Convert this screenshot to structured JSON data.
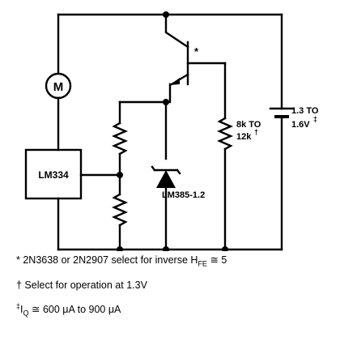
{
  "components": {
    "motor_label": "M",
    "ic_label": "LM334",
    "reference_label": "LM385-1.2",
    "resistor_label_line1": "8k TO",
    "resistor_label_line2": "12k",
    "resistor_label_mark": "†",
    "battery_label_line1": "1.3 TO",
    "battery_label_line2": "1.6V",
    "battery_label_mark": "‡",
    "transistor_mark": "*"
  },
  "notes": {
    "note1_prefix": "* 2N3638 or 2N2907 select for inverse H",
    "note1_sub": "FE",
    "note1_suffix": "≅ 5",
    "note2": "† Select for operation at 1.3V",
    "note3_mark": "‡",
    "note3_i": "I",
    "note3_sub": "Q",
    "note3_text": "≅ 600 μA to 900 μA"
  }
}
